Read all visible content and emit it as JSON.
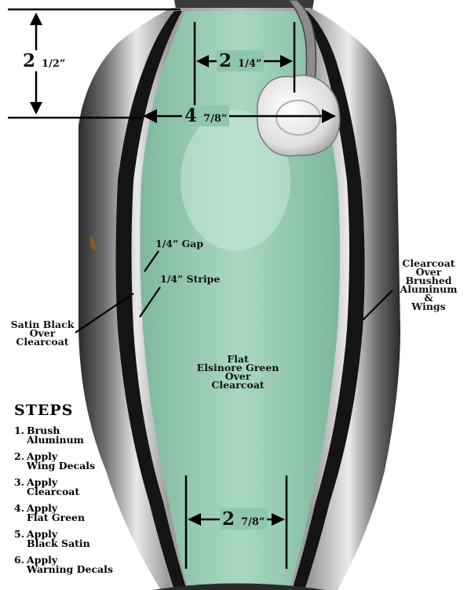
{
  "dimensions": {
    "height_top": {
      "whole": "2",
      "frac": "1/2”"
    },
    "width_top_inner": {
      "whole": "2",
      "frac": "1/4”"
    },
    "width_top_outer": {
      "whole": "4",
      "frac": "7/8”"
    },
    "width_bottom": {
      "whole": "2",
      "frac": "7/8”"
    }
  },
  "labels": {
    "gap": "1/4” Gap",
    "stripe": "1/4” Stripe",
    "satin_black": [
      "Satin Black",
      "Over",
      "Clearcoat"
    ],
    "center": [
      "Flat",
      "Elsinore Green",
      "Over",
      "Clearcoat"
    ],
    "right": [
      "Clearcoat",
      "Over",
      "Brushed",
      "Aluminum",
      "&",
      "Wings"
    ]
  },
  "steps": {
    "title": "STEPS",
    "items": [
      {
        "num": "1.",
        "line1": "Brush",
        "line2": "Aluminum"
      },
      {
        "num": "2.",
        "line1": "Apply",
        "line2": "Wing Decals"
      },
      {
        "num": "3.",
        "line1": "Apply",
        "line2": "Clearcoat"
      },
      {
        "num": "4.",
        "line1": "Apply",
        "line2": "Flat Green"
      },
      {
        "num": "5.",
        "line1": "Apply",
        "line2": "Black Satin"
      },
      {
        "num": "6.",
        "line1": "Apply",
        "line2": "Warning Decals"
      }
    ]
  },
  "colors": {
    "green_panel": "#8fc7ad",
    "satin_black": "#141414",
    "aluminum": "#c8c8c8",
    "background": "#ffffff"
  }
}
